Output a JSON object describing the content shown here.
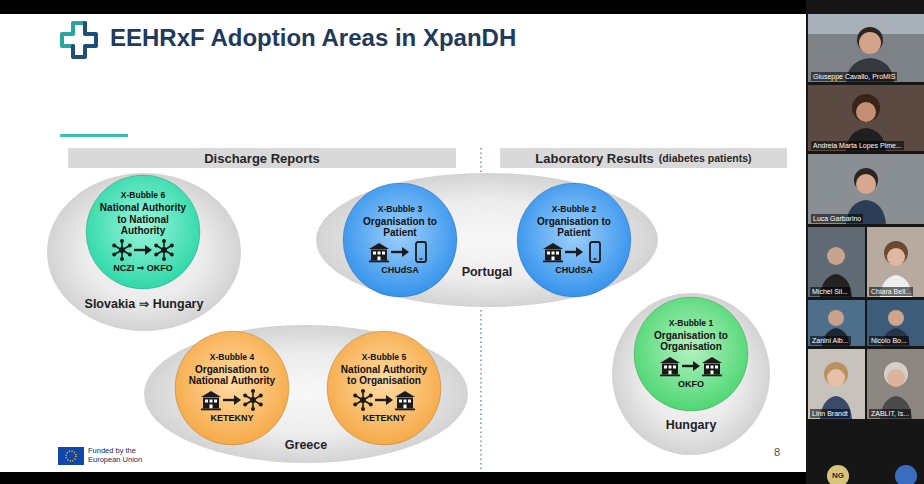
{
  "diagram": {
    "title": "EEHRxF Adoption Areas in XpanDH",
    "nodes": [
      {
        "text": [
          "Discharge Reports"
        ]
      },
      {
        "text": [
          "Laboratory Results",
          "(diabetes patients)"
        ]
      },
      {
        "text": [
          "Slovakia ⇒ Hungary"
        ]
      },
      {
        "text": [
          "X-Bubble 6",
          "National Authority to National Authority",
          "NCZI ⇒ OKFO"
        ],
        "in": 2
      },
      {
        "text": [
          "Portugal"
        ]
      },
      {
        "text": [
          "X-Bubble 3",
          "Organisation to Patient",
          "CHUdSA"
        ],
        "in": 4
      },
      {
        "text": [
          "X-Bubble 2",
          "Organisation to Patient",
          "CHUdSA"
        ],
        "in": 4
      },
      {
        "text": [
          "Hungary"
        ]
      },
      {
        "text": [
          "X-Bubble 1",
          "Organisation to Organisation",
          "OKFO"
        ],
        "in": 7
      },
      {
        "text": [
          "Greece"
        ]
      },
      {
        "text": [
          "X-Bubble 4",
          "Organisation to National Authority",
          "KETEKNY"
        ],
        "in": 9
      },
      {
        "text": [
          "X-Bubble 5",
          "National Authority to Organisation",
          "KETEKNY"
        ],
        "in": 9
      }
    ],
    "labels": [
      "Funded by the European Union",
      "8",
      "Giuseppe Cavallo, ProMIS",
      "Andreia Marta Lopes Pime...",
      "Luca Garbarino",
      "Michel Sil...",
      "Chiara Bell...",
      "Zanini Alb...",
      "Nicolo Bo...",
      "Linn Brandt",
      "ZABLIT, Is...",
      "NG"
    ]
  }
}
